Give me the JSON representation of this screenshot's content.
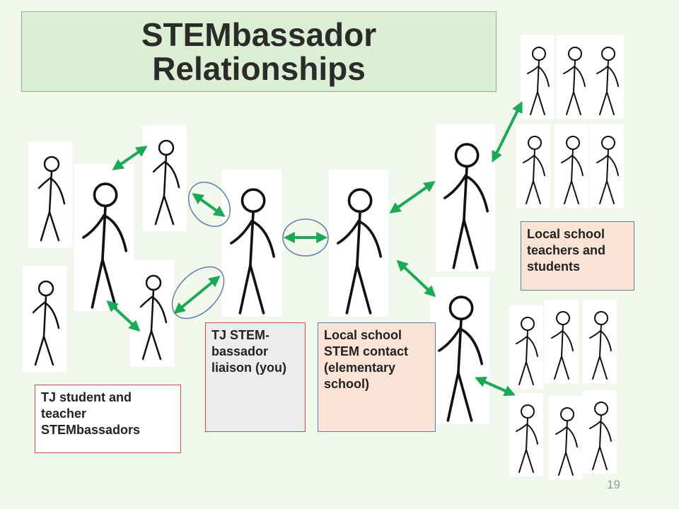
{
  "title": {
    "line1": "STEMbassador",
    "line2": "Relationships"
  },
  "labels": {
    "tj_students": "TJ student and teacher STEMbassadors",
    "tj_liaison": "TJ STEM-bassador liaison (you)",
    "local_contact": "Local school STEM contact (elementary school)",
    "local_teachers": "Local school teachers and students"
  },
  "page_number": "19",
  "colors": {
    "background": "#f2f8ec",
    "title_fill": "#dcefd4",
    "arrow": "#1aaa55",
    "ellipse": "#5a7fb5"
  },
  "icons": {
    "figure": "stick-figure-icon",
    "arrow": "double-arrow-icon"
  }
}
